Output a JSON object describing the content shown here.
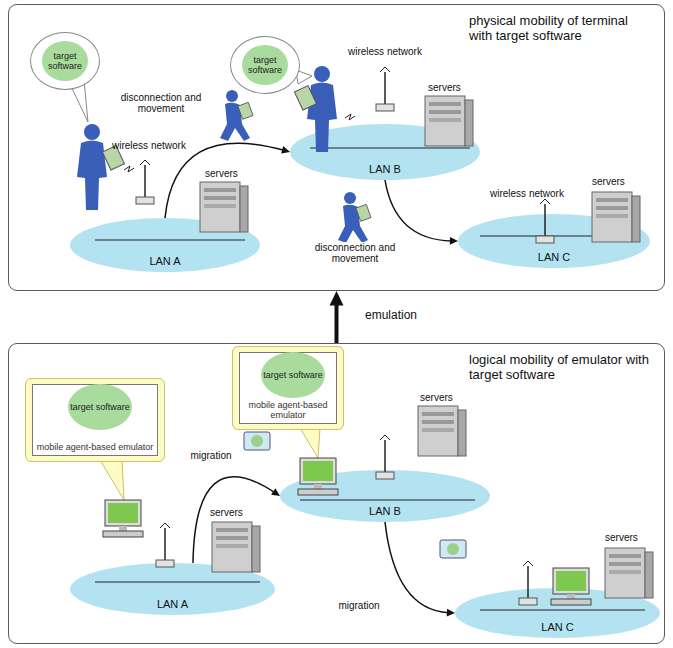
{
  "diagram": {
    "nodes": [
      {
        "text": [
          "physical mobility of terminal with target software"
        ]
      },
      {
        "text": [
          "target software"
        ],
        "in": 0
      },
      {
        "text": [
          "target software"
        ],
        "in": 0
      },
      {
        "text": [
          "LAN A"
        ],
        "in": 0
      },
      {
        "text": [
          "LAN B"
        ],
        "in": 0
      },
      {
        "text": [
          "LAN C"
        ],
        "in": 0
      },
      {
        "text": [
          "logical mobility of emulator with target software"
        ]
      },
      {
        "text": [
          "mobile agent-based emulator"
        ],
        "in": 6
      },
      {
        "text": [
          "target software"
        ],
        "in": 7
      },
      {
        "text": [
          "mobile agent-based emulator"
        ],
        "in": 6
      },
      {
        "text": [
          "target software"
        ],
        "in": 9
      },
      {
        "text": [
          "LAN A"
        ],
        "in": 6
      },
      {
        "text": [
          "LAN B"
        ],
        "in": 6
      },
      {
        "text": [
          "LAN C"
        ],
        "in": 6
      }
    ],
    "edges": [
      {
        "from": 3,
        "to": 4,
        "arrow": "to",
        "label": "disconnection and movement"
      },
      {
        "from": 4,
        "to": 5,
        "arrow": "to",
        "label": "disconnection and movement"
      },
      {
        "from": 11,
        "to": 12,
        "arrow": "to",
        "label": "migration"
      },
      {
        "from": 12,
        "to": 13,
        "arrow": "to",
        "label": "migration"
      },
      {
        "from": 6,
        "to": 0,
        "arrow": "to",
        "label": "emulation"
      }
    ],
    "labels": [
      "wireless network",
      "servers",
      "wireless network",
      "servers",
      "wireless network",
      "servers",
      "servers",
      "servers",
      "servers"
    ]
  }
}
